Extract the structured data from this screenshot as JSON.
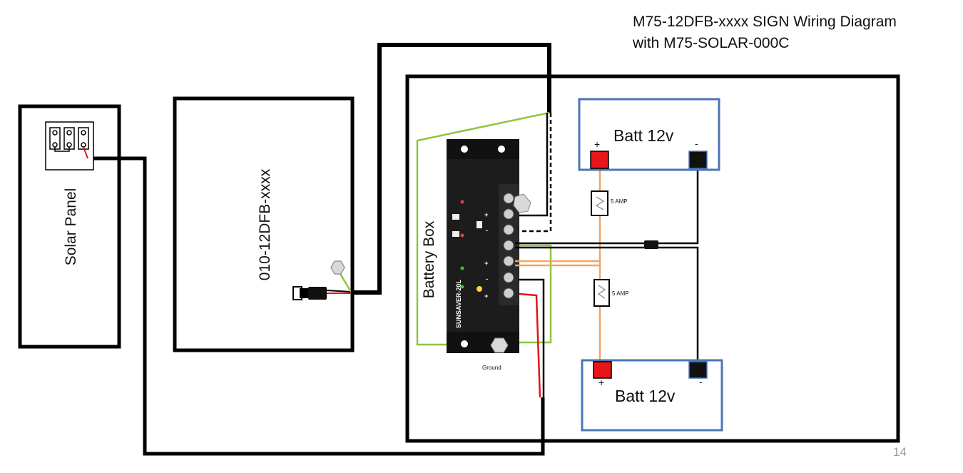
{
  "title": {
    "line1": "M75-12DFB-xxxx SIGN Wiring Diagram",
    "line2": "with M75-SOLAR-000C"
  },
  "labels": {
    "solar_panel": "Solar Panel",
    "sign": "010-12DFB-xxxx",
    "battery_box": "Battery Box",
    "battery_top": "Batt 12v",
    "battery_bottom": "Batt 12v",
    "fuse_top": "5 AMP",
    "fuse_bottom": "5 AMP",
    "ground": "Ground",
    "plus": "+",
    "minus": "-",
    "controller_brand": "SUNSAVER-20L",
    "page_number": "14"
  },
  "colors": {
    "wire_black": "#000000",
    "wire_red": "#e0151b",
    "wire_green": "#8cc63f",
    "wire_orange": "#f4a460",
    "battery_outline": "#4a76b8",
    "terminal_positive": "#e8151b",
    "terminal_negative": "#111111",
    "controller_body": "#1c1c1c"
  }
}
